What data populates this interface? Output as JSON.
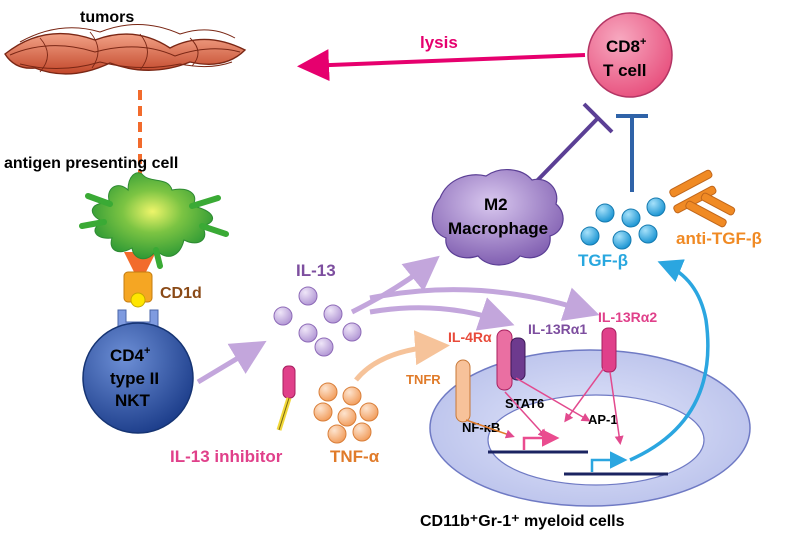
{
  "colors": {
    "tumor": "#d9603f",
    "apc": "#3aaa35",
    "cd1d": "#f5a623",
    "nkt": "#2b4f9e",
    "il13": "#c7b0e0",
    "il13_text": "#7d4e9f",
    "tnf": "#f6b27a",
    "tnf_text": "#e07b2a",
    "inhibitor": "#e0408a",
    "macrophage": "#8a6cb5",
    "cd8": "#e8527f",
    "lysis": "#e6006e",
    "tgf": "#28a7df",
    "anti_tgf": "#f08a24",
    "cell": "#c7cdf0",
    "inhibit_bar": "#2f63a8"
  },
  "labels": {
    "tumors": "tumors",
    "lysis": "lysis",
    "cd8_line1": "CD8",
    "cd8_sup": "+",
    "cd8_line2": "T cell",
    "apc": "antigen presenting cell",
    "cd1d": "CD1d",
    "nkt_line1": "CD4",
    "nkt_sup": "+",
    "nkt_line2": "type II",
    "nkt_line3": "NKT",
    "il13": "IL-13",
    "il13_inhibitor": "IL-13 inhibitor",
    "tnf_a": "TNF-α",
    "m2_line1": "M2",
    "m2_line2": "Macrophage",
    "tgf_b": "TGF-β",
    "anti_tgf_b": "anti-TGF-β",
    "il4ra": "IL-4Rα",
    "il13ra1": "IL-13Rα1",
    "il13ra2": "IL-13Rα2",
    "tnfr": "TNFR",
    "stat6": "STAT6",
    "nfkb": "NF-κB",
    "ap1": "AP-1",
    "myeloid": "CD11b⁺Gr-1⁺ myeloid cells"
  }
}
